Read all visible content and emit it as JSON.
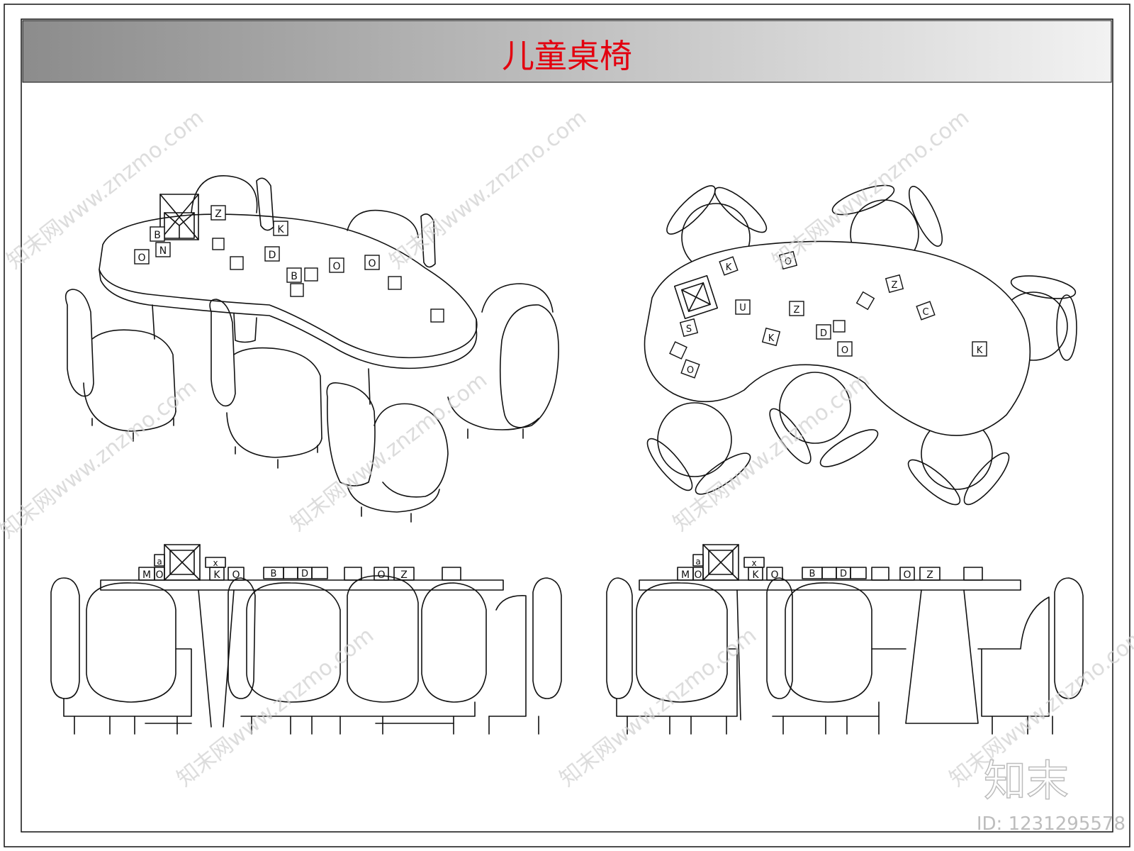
{
  "title": "儿童桌椅",
  "brand": {
    "logo": "知末",
    "id_label": "ID: 1231295578"
  },
  "watermark": {
    "text": "知末网www.znzmo.com"
  },
  "colors": {
    "title": "#e3000f",
    "line": "#111111",
    "watermark": "#d0d0d0",
    "header_dark": "#8c8c8c",
    "header_light": "#f2f2f2"
  },
  "icons": [
    "alphabet-block-icon",
    "gift-box-icon"
  ],
  "blocks": {
    "perspective": [
      "B",
      "N",
      "O",
      "Z",
      "K",
      "D",
      "B",
      "O",
      "O"
    ],
    "plan": [
      "K",
      "U",
      "S",
      "O",
      "Z",
      "K",
      "D",
      "O",
      "Z",
      "K",
      "O",
      "C"
    ],
    "front": [
      "M",
      "O",
      "K",
      "B",
      "D",
      "O",
      "Z",
      "a",
      "x"
    ]
  }
}
